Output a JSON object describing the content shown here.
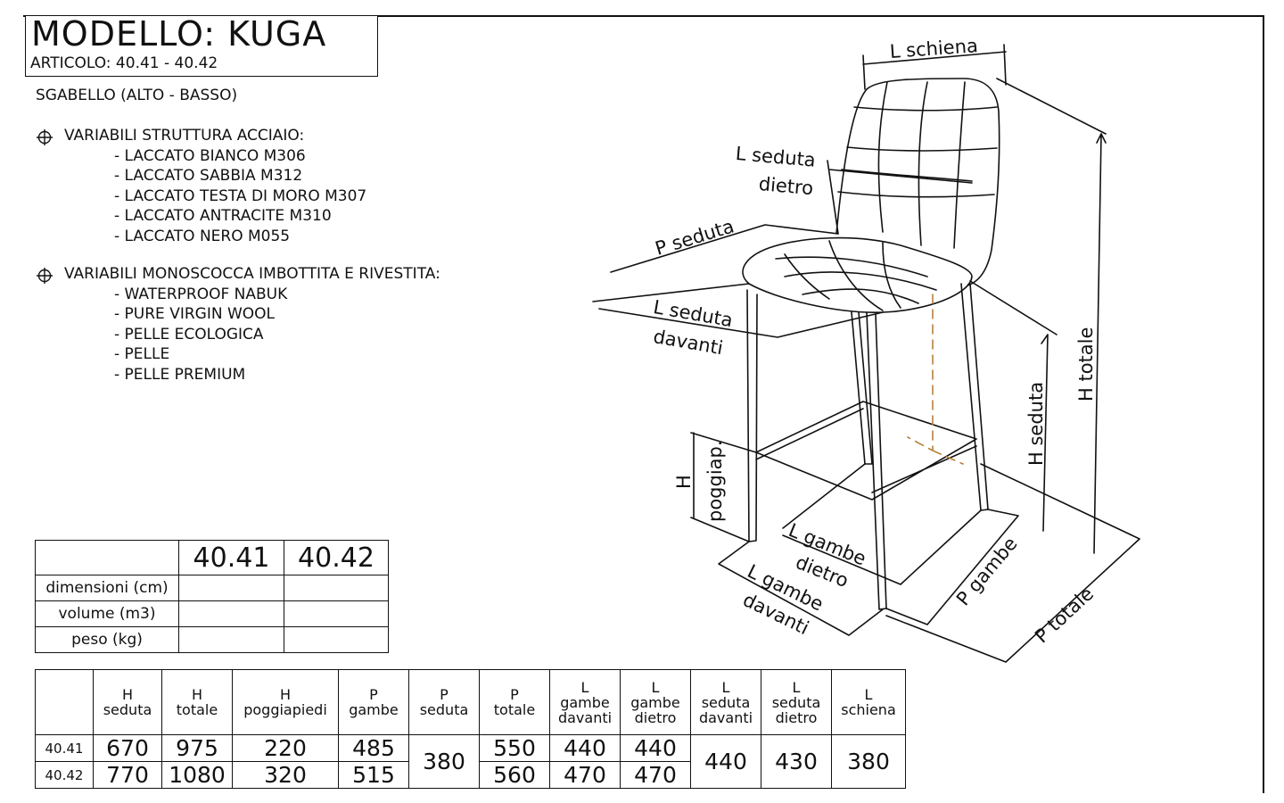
{
  "header": {
    "model_title": "MODELLO:  KUGA",
    "article": "ARTICOLO: 40.41 - 40.42",
    "subtitle": "SGABELLO (ALTO - BASSO)"
  },
  "steel_variants": {
    "heading": "VARIABILI STRUTTURA ACCIAIO:",
    "items": [
      "- LACCATO BIANCO M306",
      "- LACCATO SABBIA M312",
      "- LACCATO TESTA DI MORO M307",
      "- LACCATO ANTRACITE M310",
      "- LACCATO NERO M055"
    ]
  },
  "shell_variants": {
    "heading": "VARIABILI MONOSCOCCA IMBOTTITA E RIVESTITA:",
    "items": [
      "- WATERPROOF NABUK",
      "- PURE VIRGIN WOOL",
      "- PELLE ECOLOGICA",
      "- PELLE",
      "- PELLE PREMIUM"
    ]
  },
  "packing_table": {
    "columns": [
      "40.41",
      "40.42"
    ],
    "rows": [
      {
        "label": "dimensioni (cm)",
        "values": [
          "",
          ""
        ]
      },
      {
        "label": "volume (m3)",
        "values": [
          "",
          ""
        ]
      },
      {
        "label": "peso (kg)",
        "values": [
          "",
          ""
        ]
      }
    ]
  },
  "dimensions_table": {
    "headers": [
      [
        "H",
        "seduta"
      ],
      [
        "H",
        "totale"
      ],
      [
        "H",
        "poggiapiedi"
      ],
      [
        "P",
        "gambe"
      ],
      [
        "P",
        "seduta"
      ],
      [
        "P",
        "totale"
      ],
      [
        "L",
        "gambe",
        "davanti"
      ],
      [
        "L",
        "gambe",
        "dietro"
      ],
      [
        "L",
        "seduta",
        "davanti"
      ],
      [
        "L",
        "seduta",
        "dietro"
      ],
      [
        "L",
        "schiena"
      ]
    ],
    "rows": [
      {
        "code": "40.41",
        "h_seduta": "670",
        "h_totale": "975",
        "h_poggiapiedi": "220",
        "p_gambe": "485",
        "p_totale": "550",
        "l_gambe_davanti": "440",
        "l_gambe_dietro": "440"
      },
      {
        "code": "40.42",
        "h_seduta": "770",
        "h_totale": "1080",
        "h_poggiapiedi": "320",
        "p_gambe": "515",
        "p_totale": "560",
        "l_gambe_davanti": "470",
        "l_gambe_dietro": "470"
      }
    ],
    "shared": {
      "p_seduta": "380",
      "l_seduta_davanti": "440",
      "l_seduta_dietro": "430",
      "l_schiena": "380"
    }
  },
  "drawing_labels": {
    "l_schiena": "L schiena",
    "l_seduta_dietro_1": "L seduta",
    "l_seduta_dietro_2": "dietro",
    "p_seduta": "P seduta",
    "l_seduta_davanti_1": "L seduta",
    "l_seduta_davanti_2": "davanti",
    "h_totale": "H totale",
    "h_seduta": "H seduta",
    "h_poggiap_1": "H",
    "h_poggiap_2": "poggiap.",
    "l_gambe_dietro_1": "L gambe",
    "l_gambe_dietro_2": "dietro",
    "l_gambe_davanti_1": "L gambe",
    "l_gambe_davanti_2": "davanti",
    "p_gambe": "P gambe",
    "p_totale": "P totale"
  },
  "icons": {
    "bullet": "crosshair-circle-icon"
  }
}
